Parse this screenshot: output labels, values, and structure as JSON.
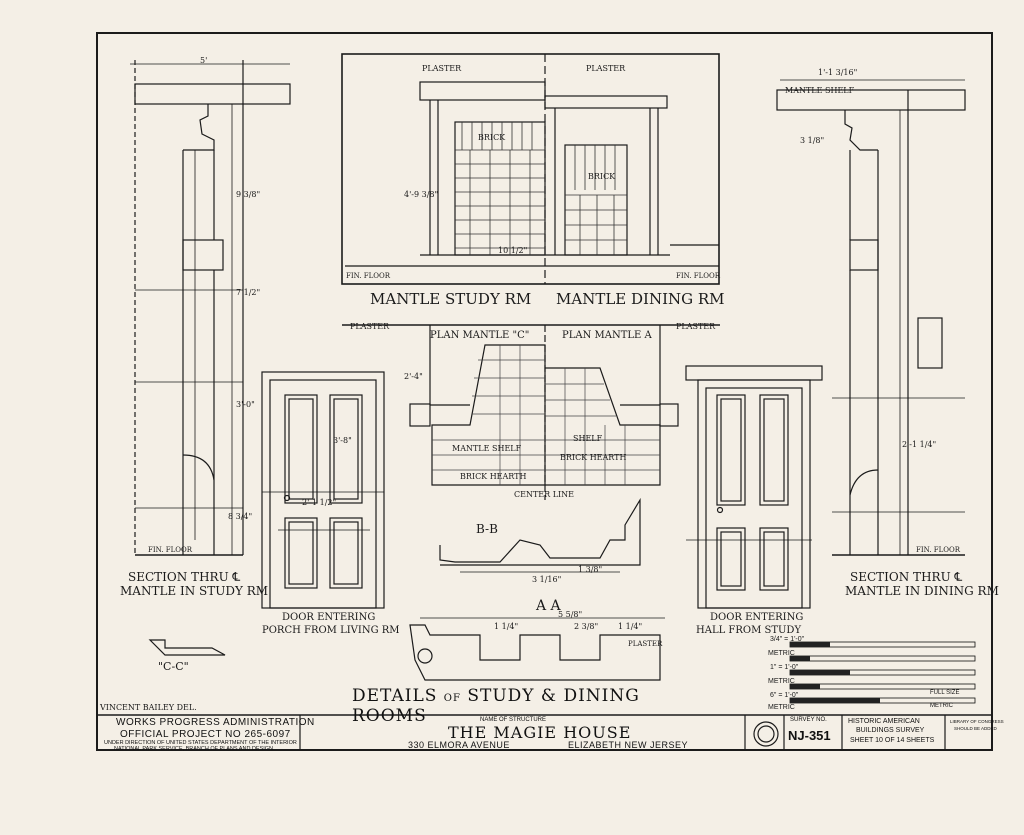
{
  "sheet": {
    "title_main": "Details",
    "title_of": "of",
    "title_rest": "Study & Dining Rooms",
    "drafter": "Vincent Bailey Del."
  },
  "views": {
    "mantle_study_rm": "Mantle Study Rm",
    "mantle_dining_rm": "Mantle Dining Rm",
    "section_study_1": "Section Thru ℄",
    "section_study_2": "Mantle in Study Rm",
    "section_dining_1": "Section Thru ℄",
    "section_dining_2": "Mantle in Dining Rm",
    "door_porch_1": "Door Entering",
    "door_porch_2": "Porch from Living Rm",
    "door_hall_1": "Door Entering",
    "door_hall_2": "Hall from Study",
    "plan_c": "Plan Mantle \"C\"",
    "plan_a": "Plan Mantle A",
    "section_bb": "B-B",
    "section_aa": "A A",
    "section_cc": "\"C-C\""
  },
  "notes": {
    "plaster": "Plaster",
    "brick": "Brick",
    "mantle_shelf": "Mantle Shelf",
    "shelf": "Shelf",
    "brick_hearth": "Brick Hearth",
    "center_line": "Center Line",
    "fin_floor": "Fin. Floor",
    "fin_floor_2": "Fin. Floor"
  },
  "dims": {
    "d_5": "5'",
    "d_1_1_3_16": "1'-1 3/16\"",
    "d_3_1_8": "3 1/8\"",
    "d_9_3_8": "9 3/8\"",
    "d_7_1_2": "7 1/2\"",
    "d_3_0": "3'-0\"",
    "d_8_3_4": "8 3/4\"",
    "d_2_1_4": "2'-1 1/4\"",
    "d_5_5_8": "5 5/8\"",
    "d_2_3_8": "2 3/8\"",
    "d_1_1_4": "1 1/4\"",
    "d_1_1_4_b": "1 1/4\"",
    "d_1_3_8": "1 3/8\"",
    "d_3_1_16": "3 1/16\"",
    "d_4_9_16": "4'-9 3/8\"",
    "d_10_1_2": "10 1/2\"",
    "d_2_4": "2'-4\"",
    "d_3_8": "3'-8\"",
    "d_2_1_2": "2'-1 1/2\""
  },
  "title_block": {
    "wpa": "Works Progress Administration",
    "project": "Official Project No 265-6097",
    "direction_1": "Under Direction of United States Department of the Interior",
    "direction_2": "National Park Service, Branch of Plans and Design",
    "name_label": "Name of Structure",
    "name": "The Magie House",
    "address": "330 Elmora Avenue",
    "city": "Elizabeth New Jersey",
    "survey_label": "Survey No.",
    "survey_no": "NJ-351",
    "habs_1": "Historic American",
    "habs_2": "Buildings Survey",
    "sheet_no": "Sheet 10 of 14 Sheets",
    "library_1": "Library of Congress",
    "library_2": "Should Be Added"
  },
  "scale": {
    "s1": "3/4\" = 1'-0\"",
    "s1_unit": "Metric",
    "s2": "1\" = 1'-0\"",
    "s2_unit": "Metric",
    "s3": "6\" = 1'-0\"",
    "s3_unit": "Metric",
    "s4": "Full Size",
    "s4_unit": "Metric"
  }
}
